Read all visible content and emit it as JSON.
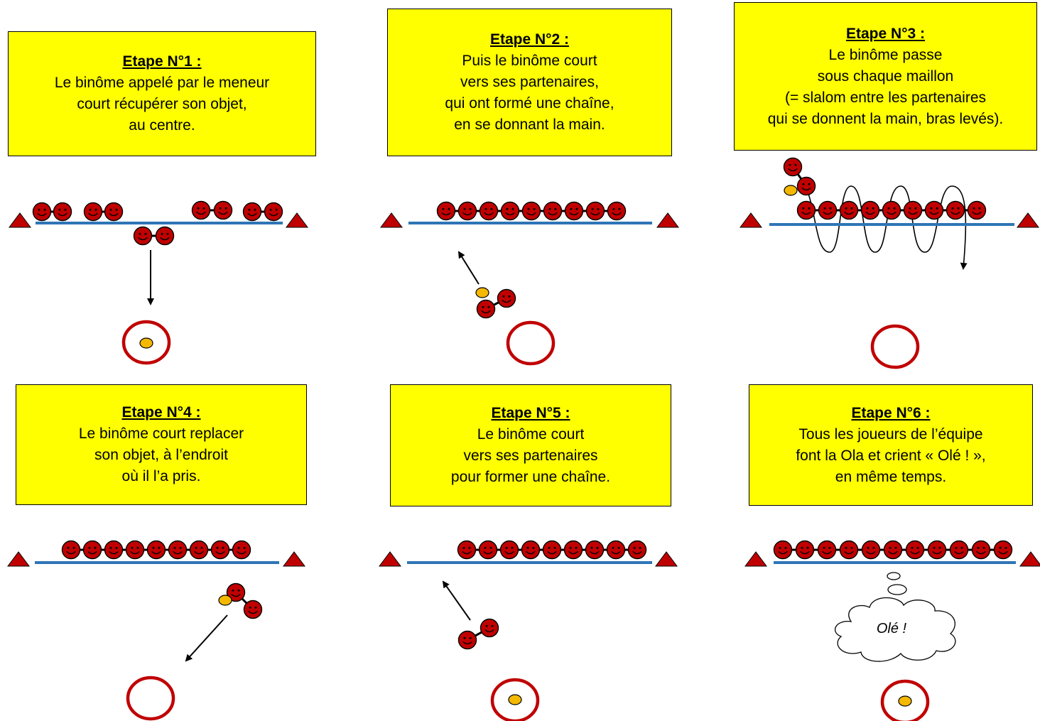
{
  "steps": [
    {
      "title": "Etape N°1 :",
      "lines": [
        "Le binôme appelé par le meneur",
        "court récupérer son objet,",
        "au centre."
      ]
    },
    {
      "title": "Etape N°2 :",
      "lines": [
        "Puis le binôme court",
        "vers ses partenaires,",
        "qui ont formé une chaîne,",
        "en se donnant la main."
      ]
    },
    {
      "title": "Etape N°3 :",
      "lines": [
        "Le binôme passe",
        "sous chaque maillon",
        "(= slalom entre les partenaires",
        "qui se donnent la main, bras levés)."
      ]
    },
    {
      "title": "Etape N°4 :",
      "lines": [
        "Le binôme court replacer",
        "son objet, à l’endroit",
        "où il l’a pris."
      ]
    },
    {
      "title": "Etape N°5 :",
      "lines": [
        "Le binôme court",
        "vers ses partenaires",
        "pour former une chaîne."
      ]
    },
    {
      "title": "Etape N°6 :",
      "lines": [
        "Tous les joueurs de l’équipe",
        "font la Ola et crient « Olé ! »,",
        "en même temps."
      ]
    }
  ],
  "bubble_text": "Olé !",
  "colors": {
    "box_fill": "#ffff00",
    "player": "#c00000",
    "line": "#2e75b6",
    "cone": "#c00000",
    "object": "#f5b800",
    "hoop": "#c00000"
  }
}
